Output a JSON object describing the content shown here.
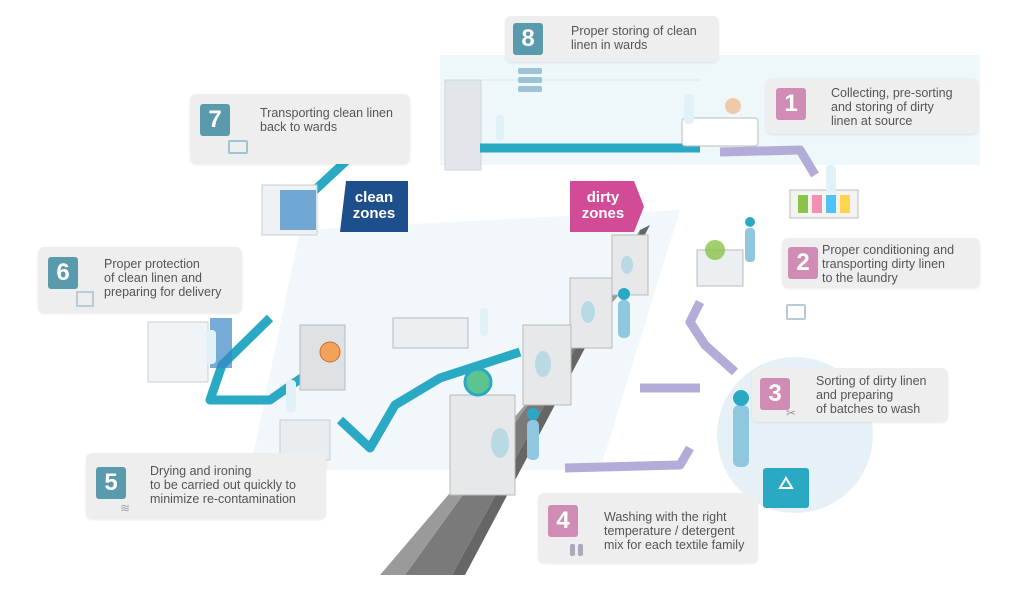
{
  "zones": {
    "clean": {
      "line1": "clean",
      "line2": "zones"
    },
    "dirty": {
      "line1": "dirty",
      "line2": "zones"
    }
  },
  "steps": [
    {
      "number": "1",
      "lines": [
        "Collecting, pre-sorting",
        "and storing of dirty",
        "linen at source"
      ]
    },
    {
      "number": "2",
      "lines": [
        "Proper conditioning and",
        "transporting dirty linen",
        "to the laundry"
      ]
    },
    {
      "number": "3",
      "lines": [
        "Sorting of dirty linen",
        "and preparing",
        "of batches to wash"
      ]
    },
    {
      "number": "4",
      "lines": [
        "Washing with the right",
        "temperature / detergent",
        "mix for each textile family"
      ]
    },
    {
      "number": "5",
      "lines": [
        "Drying and ironing",
        "to be carried out quickly to",
        "minimize re-contamination"
      ]
    },
    {
      "number": "6",
      "lines": [
        "Proper protection",
        "of clean linen and",
        "preparing for delivery"
      ]
    },
    {
      "number": "7",
      "lines": [
        "Transporting clean linen",
        "back to wards"
      ]
    },
    {
      "number": "8",
      "lines": [
        "Proper storing of clean",
        "linen in wards"
      ]
    }
  ],
  "colors": {
    "clean_path": "#2aa9c4",
    "dirty_path": "#b3acd9",
    "clean_badge": "#1d4f8c",
    "dirty_badge": "#d24b97",
    "number_teal": "#5a9aad",
    "number_pink": "#d08cb4",
    "card_bg": "#eeeeee",
    "wall": "#444444"
  },
  "icons": {
    "step1": "recycle-icon",
    "step2": "box-cart-icon",
    "step3": "scissors-icon",
    "step4": "bottles-icon",
    "step5": "steam-icon",
    "step6": "package-icon",
    "step7": "trolley-icon",
    "step8": "shelves-icon"
  }
}
